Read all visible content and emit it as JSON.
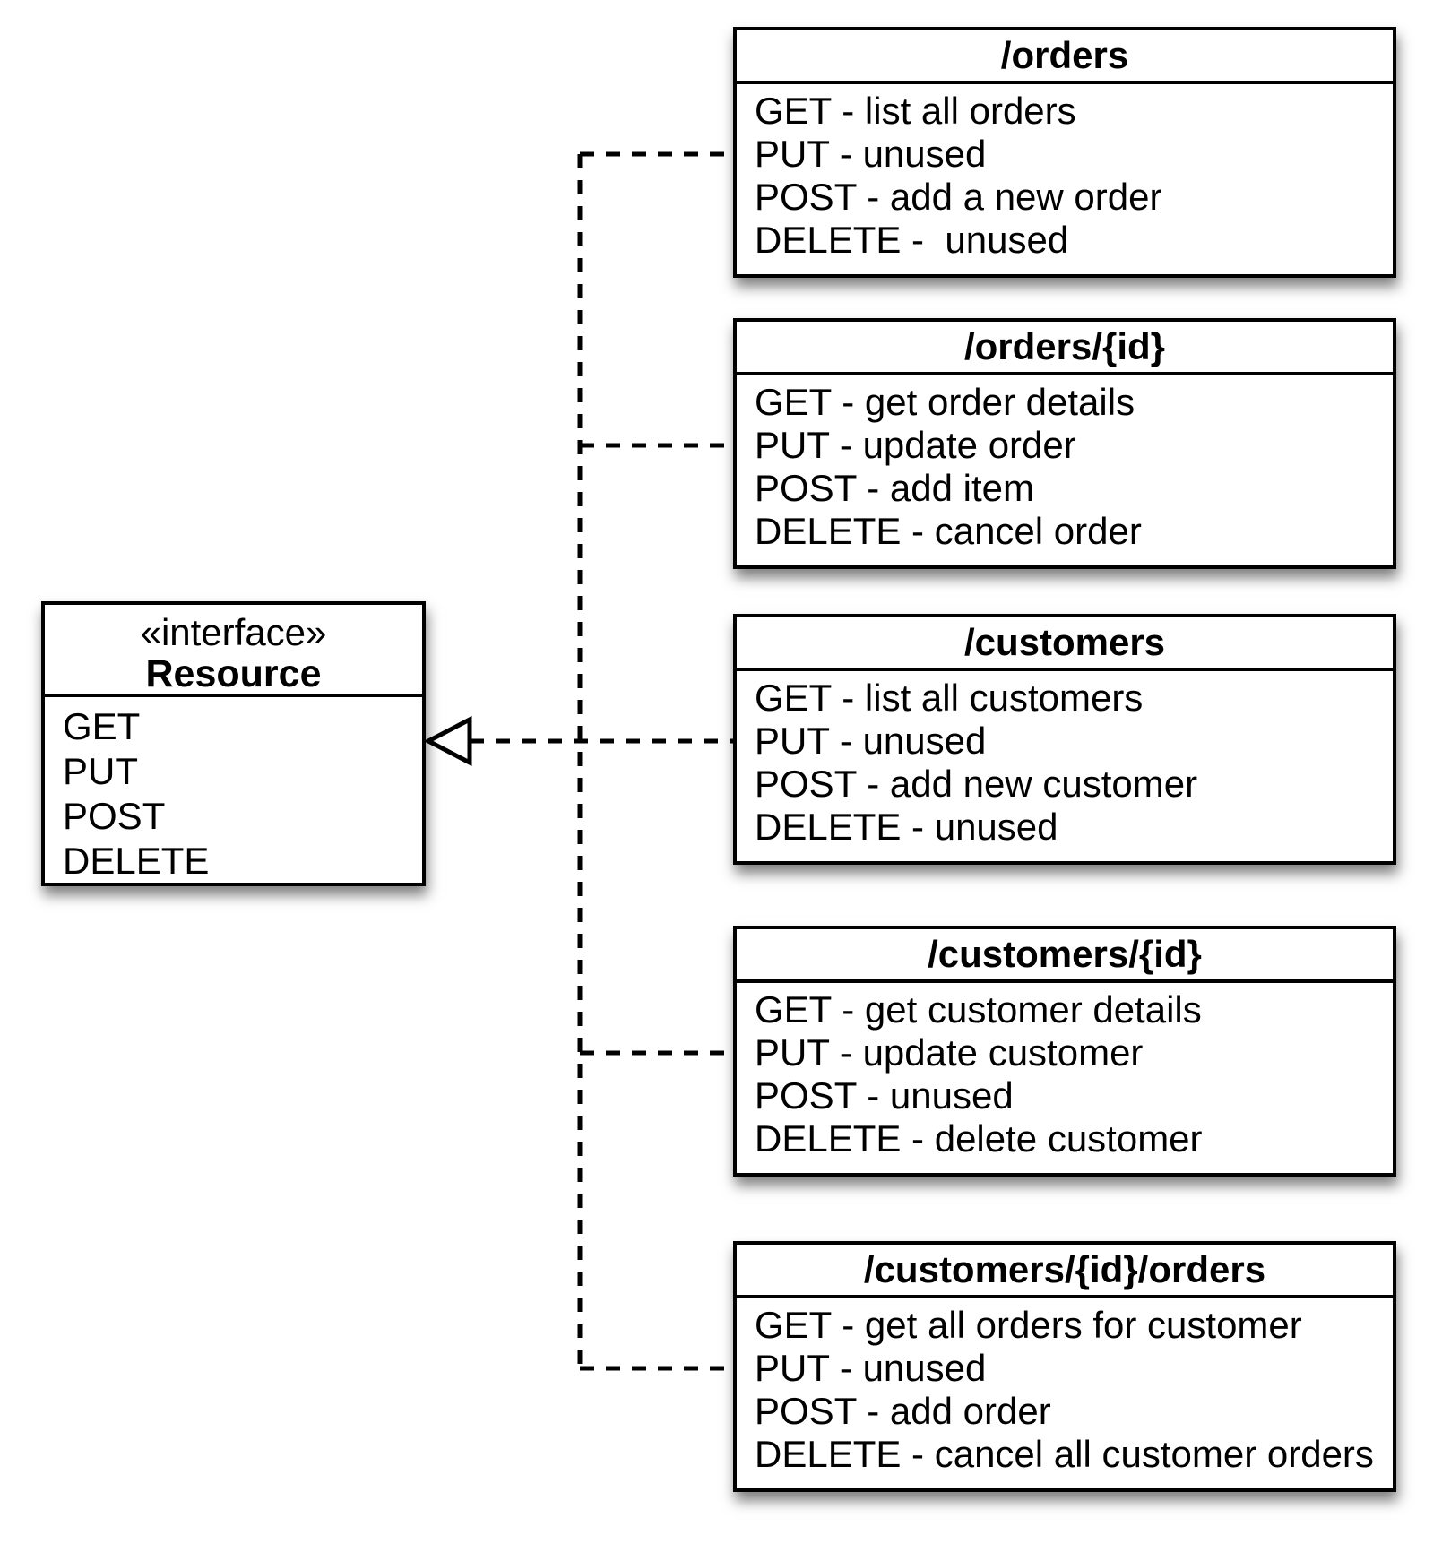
{
  "diagram": {
    "title_hint": "REST API resources realizing a uniform Resource interface",
    "interface": {
      "stereotype": "«interface»",
      "name": "Resource",
      "methods": [
        "GET",
        "PUT",
        "POST",
        "DELETE"
      ]
    },
    "resources": [
      {
        "path": "/orders",
        "operations": [
          "GET - list all orders",
          "PUT - unused",
          "POST - add a new order",
          "DELETE -  unused"
        ]
      },
      {
        "path": "/orders/{id}",
        "operations": [
          "GET - get order details",
          "PUT - update order",
          "POST - add item",
          "DELETE - cancel order"
        ]
      },
      {
        "path": "/customers",
        "operations": [
          "GET - list all customers",
          "PUT - unused",
          "POST - add new customer",
          "DELETE - unused"
        ]
      },
      {
        "path": "/customers/{id}",
        "operations": [
          "GET - get customer details",
          "PUT - update customer",
          "POST - unused",
          "DELETE - delete customer"
        ]
      },
      {
        "path": "/customers/{id}/orders",
        "operations": [
          "GET - get all orders for customer",
          "PUT - unused",
          "POST - add order",
          "DELETE - cancel all customer orders"
        ]
      }
    ],
    "connector": {
      "type": "realization",
      "style": "dashed",
      "arrowhead": "hollow-triangle"
    },
    "colors": {
      "background": "#ffffff",
      "box_fill": "#ffffff",
      "line": "#000000",
      "text": "#000000",
      "shadow": "rgba(0,0,0,0.5)"
    }
  }
}
